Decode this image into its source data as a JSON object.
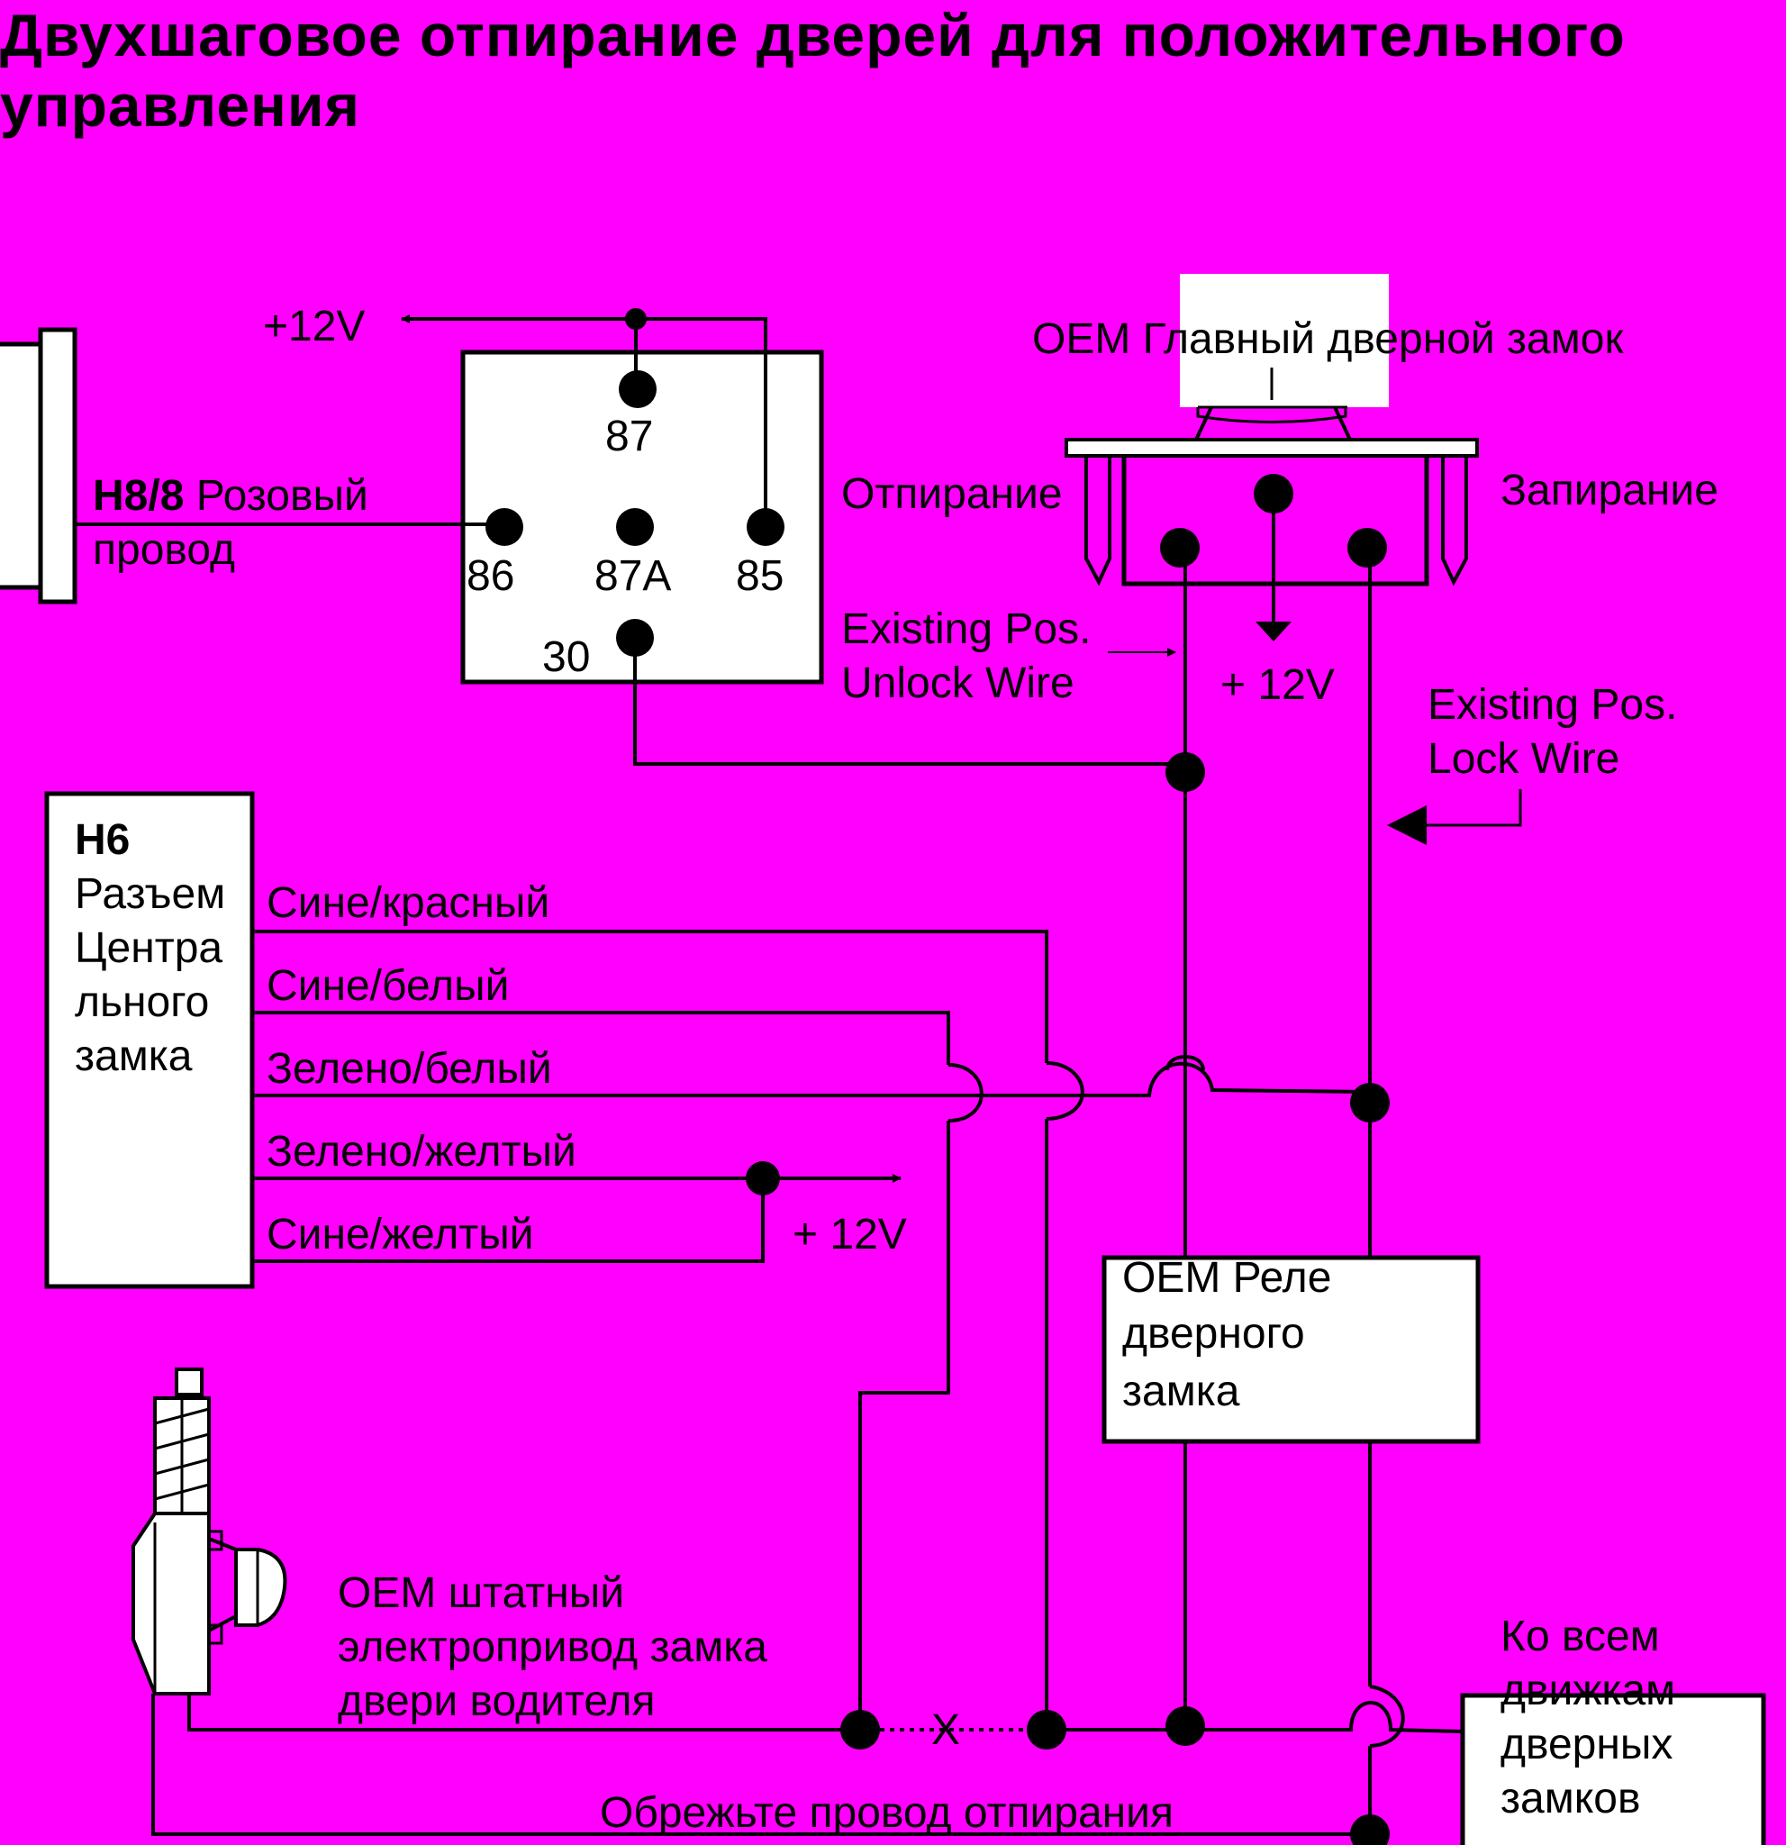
{
  "title": {
    "line1": "Двухшаговое отпирание дверей для положительного",
    "line2": "управления"
  },
  "colors": {
    "background": "#ff00ff",
    "line": "#000000",
    "box_fill": "#ffffff"
  },
  "relay": {
    "pins": {
      "p87": "87",
      "p86": "86",
      "p87a": "87A",
      "p85": "85",
      "p30": "30"
    },
    "supply_label": "+12V"
  },
  "h8_wire": {
    "code": "H8/8",
    "label_rest": " Розовый",
    "label_line2": "провод"
  },
  "oem_master_switch": {
    "title": "OEM Главный дверной замок",
    "unlock_label": "Отпирание",
    "lock_label": "Запирание",
    "supply_label": "+ 12V"
  },
  "existing_unlock": {
    "line1": "Existing Pos.",
    "line2": "Unlock Wire"
  },
  "existing_lock": {
    "line1": "Existing Pos.",
    "line2": "Lock Wire"
  },
  "h6_connector": {
    "code": "H6",
    "lines": [
      "Разъем",
      "Центра",
      "льного",
      "замка"
    ],
    "wires": [
      "Сине/красный",
      "Сине/белый",
      "Зелено/белый",
      "Зелено/желтый",
      "Сине/желтый"
    ],
    "supply_label": "+ 12V"
  },
  "oem_relay": {
    "lines": [
      "OEM Реле",
      "дверного",
      "замка"
    ]
  },
  "driver_actuator": {
    "lines": [
      "OEM штатный",
      "электропривод замка",
      "двери водителя"
    ]
  },
  "cut_mark": "X",
  "all_actuators": {
    "line1": "Ко всем",
    "lines": [
      "движкам",
      "дверных",
      "замков"
    ]
  },
  "cut_note": "Обрежьте провод отпирания"
}
